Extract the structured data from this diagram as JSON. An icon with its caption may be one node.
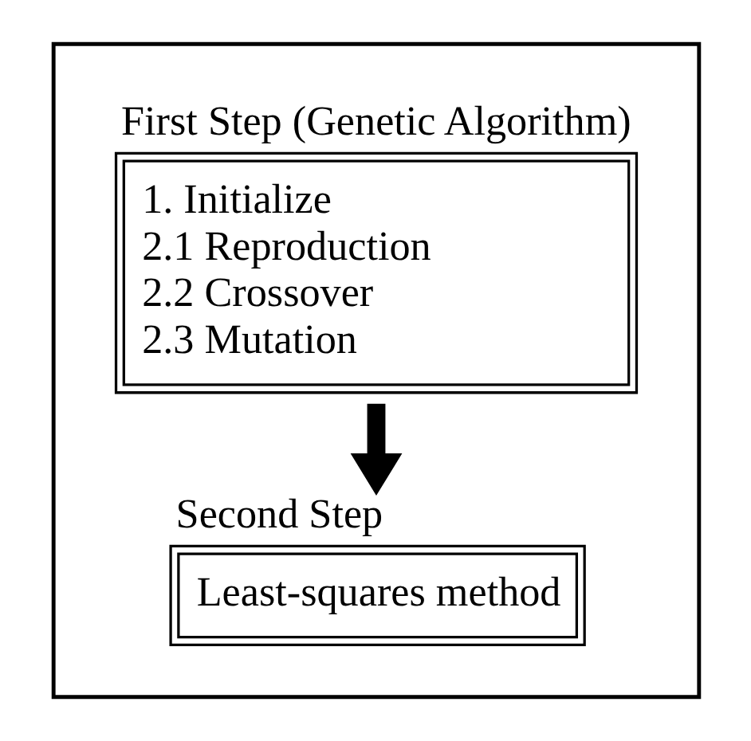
{
  "diagram": {
    "nodes": [
      {
        "text": [],
        "shape": "box"
      },
      {
        "text": [
          "First Step (Genetic Algorithm)",
          "1. Initialize",
          "2.1 Reproduction",
          "2.2 Crossover",
          "2.3 Mutation"
        ],
        "in": 0
      },
      {
        "text": [
          "Second Step",
          "Least-squares method"
        ],
        "in": 0
      }
    ],
    "edges": [
      {
        "from": 1,
        "to": 2,
        "arrow": "to"
      }
    ]
  }
}
